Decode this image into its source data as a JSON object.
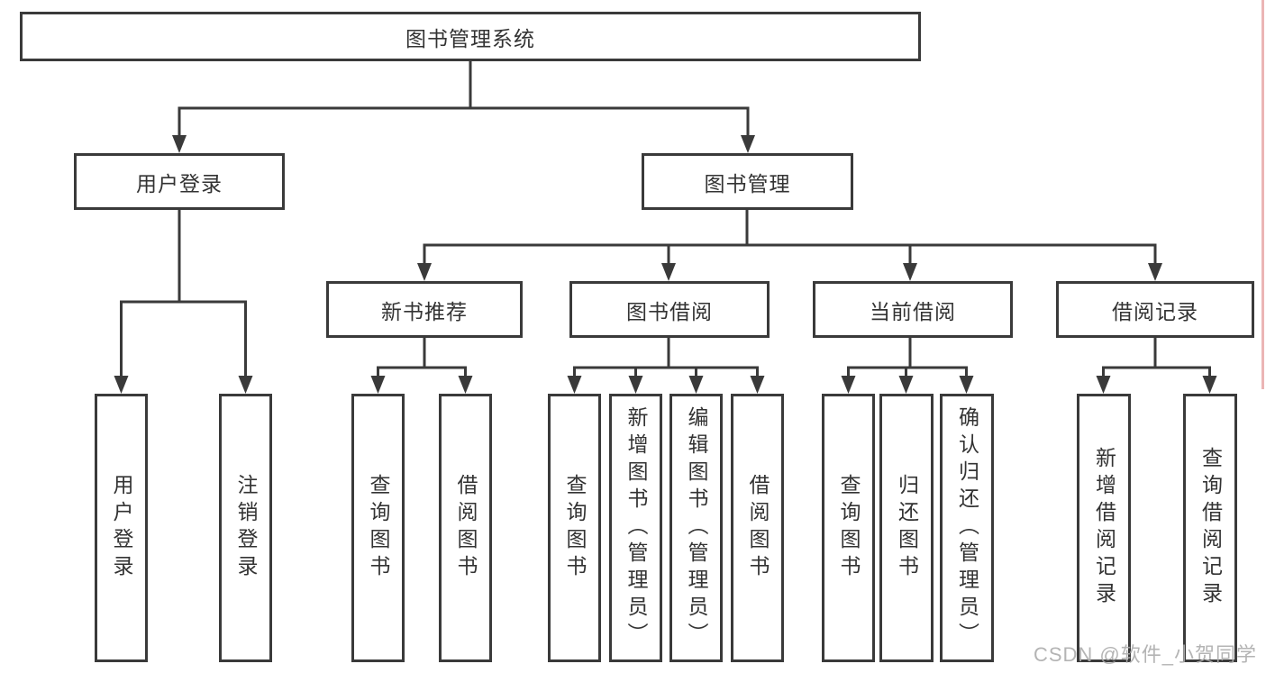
{
  "diagram": {
    "root": {
      "label": "图书管理系统"
    },
    "level2": [
      {
        "label": "用户登录"
      },
      {
        "label": "图书管理"
      }
    ],
    "level3": [
      {
        "label": "新书推荐"
      },
      {
        "label": "图书借阅"
      },
      {
        "label": "当前借阅"
      },
      {
        "label": "借阅记录"
      }
    ],
    "leaves": {
      "user_login": [
        {
          "label": "用户登录"
        },
        {
          "label": "注销登录"
        }
      ],
      "new_book_recommend": [
        {
          "label": "查询图书"
        },
        {
          "label": "借阅图书"
        }
      ],
      "book_borrow": [
        {
          "label": "查询图书"
        },
        {
          "label": "新增图书（管理员）"
        },
        {
          "label": "编辑图书（管理员）"
        },
        {
          "label": "借阅图书"
        }
      ],
      "current_borrow": [
        {
          "label": "查询图书"
        },
        {
          "label": "归还图书"
        },
        {
          "label": "确认归还（管理员）"
        }
      ],
      "borrow_records": [
        {
          "label": "新增借阅记录"
        },
        {
          "label": "查询借阅记录"
        }
      ]
    },
    "watermark": "CSDN @软件_小贺同学",
    "colors": {
      "line": "#3a3a3a",
      "text": "#333333",
      "node_background": "#ffffff",
      "watermark": "#acacac",
      "edge_accent": "#e49c9c"
    }
  }
}
